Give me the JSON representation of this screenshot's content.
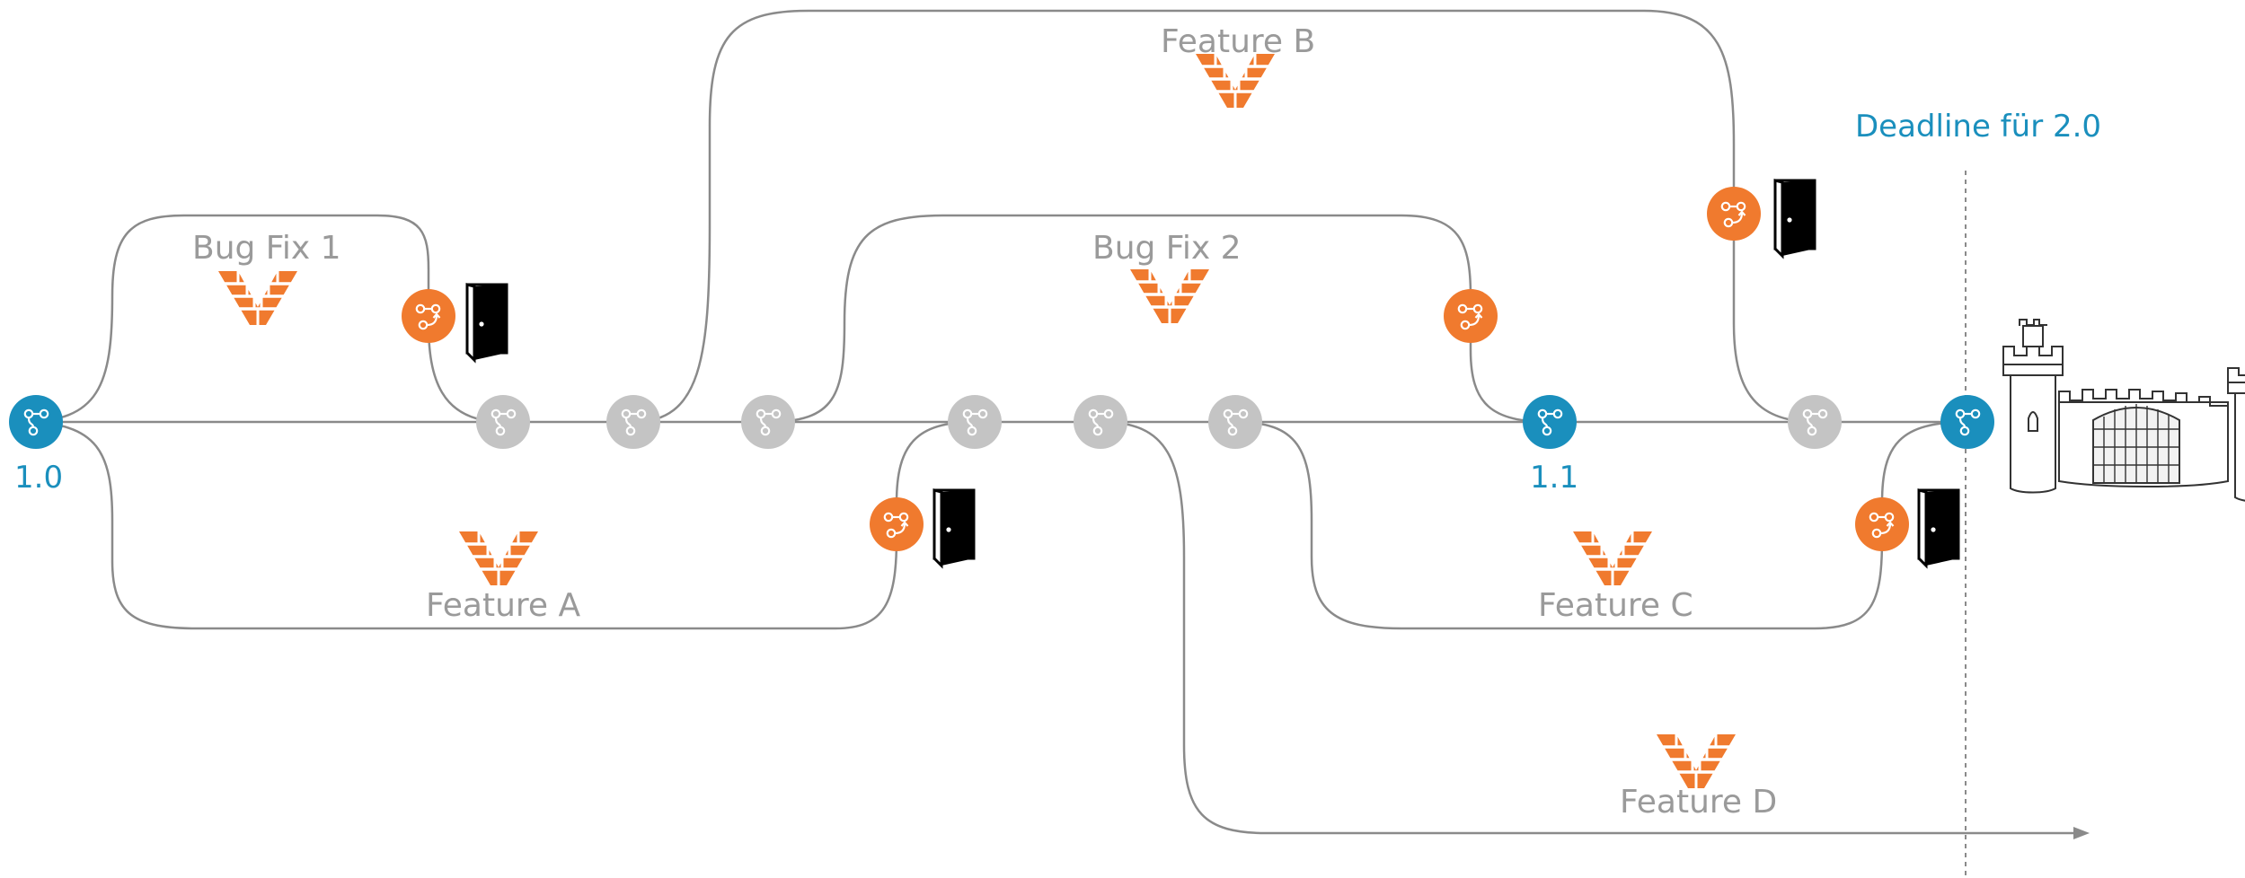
{
  "labels": {
    "bug_fix_1": "Bug Fix 1",
    "bug_fix_2": "Bug Fix 2",
    "feature_a": "Feature A",
    "feature_b": "Feature B",
    "feature_c": "Feature C",
    "feature_d": "Feature D",
    "release_1_0": "1.0",
    "release_1_1": "1.1",
    "deadline": "Deadline für 2.0"
  },
  "colors": {
    "release_node": "#1a8fbd",
    "merge_node": "#f07a2e",
    "commit_node": "#c4c4c4",
    "branch_line": "#8a8a8a",
    "label_text": "#9a9a9a",
    "brand_mark": "#f07a2e"
  },
  "icons": {
    "release": "git-branch-icon",
    "merge": "git-merge-icon",
    "commit": "git-branch-icon",
    "exit": "open-door-icon",
    "destination": "castle-icon",
    "brand": "v-brand-icon"
  }
}
